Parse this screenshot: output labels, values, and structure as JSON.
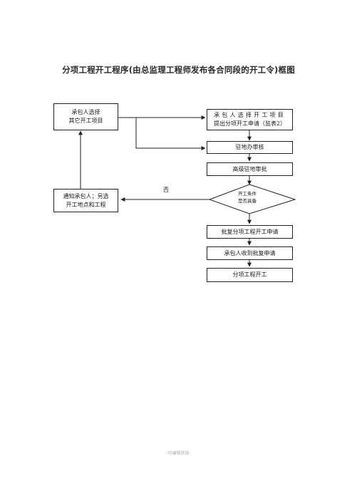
{
  "title": "分项工程开工程序(由总监理工程师发布各合同段的开工令)框图",
  "nodes": {
    "contractor_choose_other": [
      "承包人选择",
      "其它开工项目"
    ],
    "contractor_apply": [
      "承包人选择开工项目",
      "提出分项开工申请（监表2）"
    ],
    "site_office_review": "驻地办审核",
    "senior_site_approve": "高级驻地审批",
    "condition_check": [
      "开工条件",
      "是否具备"
    ],
    "notify_contractor": [
      "通知承包人；另选",
      "开工地点和工程"
    ],
    "approve_application": "批复分项工程开工申请",
    "contractor_receives": "承包人收到批复申请",
    "start_work": "分项工程开工"
  },
  "edge_labels": {
    "no": "否"
  },
  "footer": "-可编辑修改-"
}
